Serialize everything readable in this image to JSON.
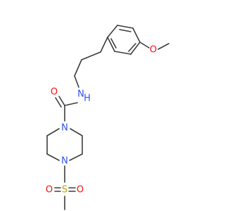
{
  "molecule": {
    "atoms": [
      {
        "id": "O_methoxy",
        "symbol": "O",
        "color": "#ff0d0d"
      },
      {
        "id": "N_amide",
        "symbol": "N",
        "color": "#3050f8",
        "hydrogen": "H"
      },
      {
        "id": "O_carbonyl",
        "symbol": "O",
        "color": "#ff0d0d"
      },
      {
        "id": "N_pip1",
        "symbol": "N",
        "color": "#3050f8"
      },
      {
        "id": "N_pip4",
        "symbol": "N",
        "color": "#3050f8"
      },
      {
        "id": "S_sulfonyl",
        "symbol": "S",
        "color": "#b2a600"
      },
      {
        "id": "O_sulfonyl_left",
        "symbol": "O",
        "color": "#ff0d0d"
      },
      {
        "id": "O_sulfonyl_right",
        "symbol": "O",
        "color": "#ff0d0d"
      }
    ],
    "bond_color": "#3d3d3d"
  }
}
